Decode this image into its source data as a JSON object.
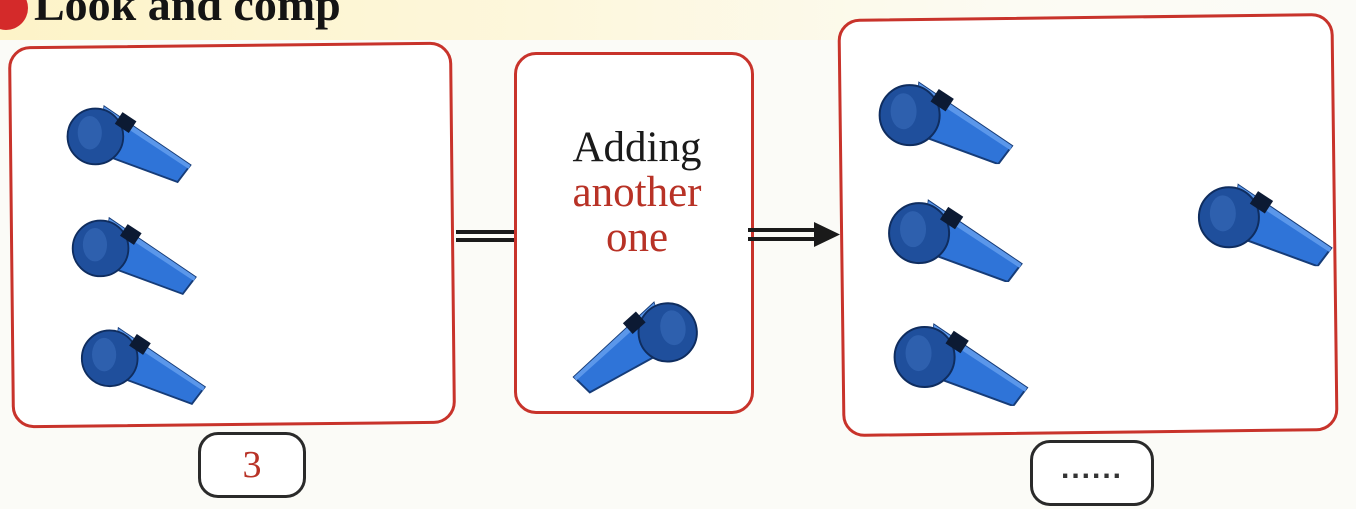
{
  "exercise": {
    "heading": "Look and comp",
    "accent_color": "#c8332b",
    "whistle_color": "#2b6fd4"
  },
  "left_group": {
    "whistle_count": 3,
    "answer": "3"
  },
  "middle_card": {
    "line1": "Adding",
    "line2": "another",
    "line3": "one",
    "whistle_count": 1
  },
  "right_group": {
    "whistle_count": 4,
    "answer": "......"
  },
  "icons": [
    "whistle-icon",
    "double-arrow-icon"
  ]
}
